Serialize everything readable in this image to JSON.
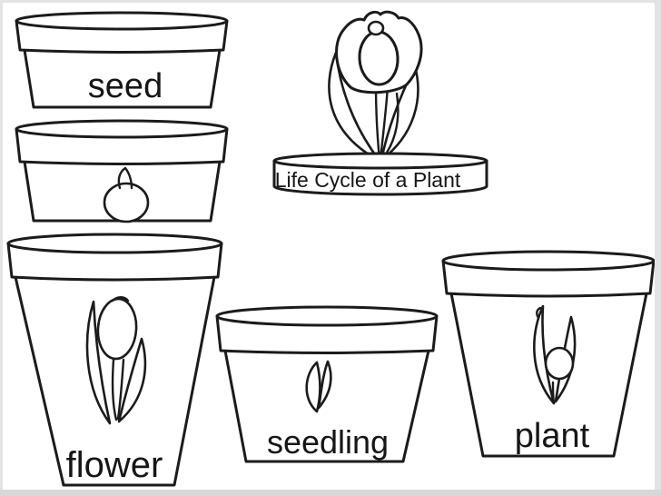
{
  "title": "Life Cycle of a Plant",
  "colors": {
    "background": "#ffffff",
    "line_art": "#1b1b1b",
    "page_edge": "#e3e3e3"
  },
  "banner": {
    "label": "Life Cycle of a Plant",
    "icon": "tulip-flower-icon"
  },
  "pots": {
    "seed": {
      "label": "seed",
      "icon": ""
    },
    "bulb": {
      "label": "",
      "icon": "seed-bulb-icon"
    },
    "flower": {
      "label": "flower",
      "icon": "tulip-bud-icon"
    },
    "seedling": {
      "label": "seedling",
      "icon": "sprout-icon"
    },
    "plant": {
      "label": "plant",
      "icon": "young-plant-icon"
    }
  }
}
